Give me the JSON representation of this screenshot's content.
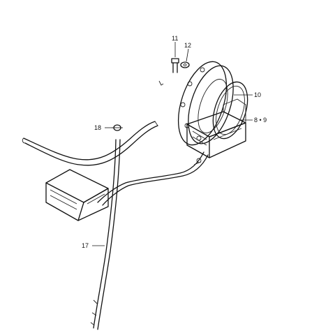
{
  "labels": {
    "bolt": "11",
    "washer": "12",
    "gasket": "10",
    "fuel_sender_unit": "8 • 9",
    "clamp": "18",
    "hose": "17"
  }
}
